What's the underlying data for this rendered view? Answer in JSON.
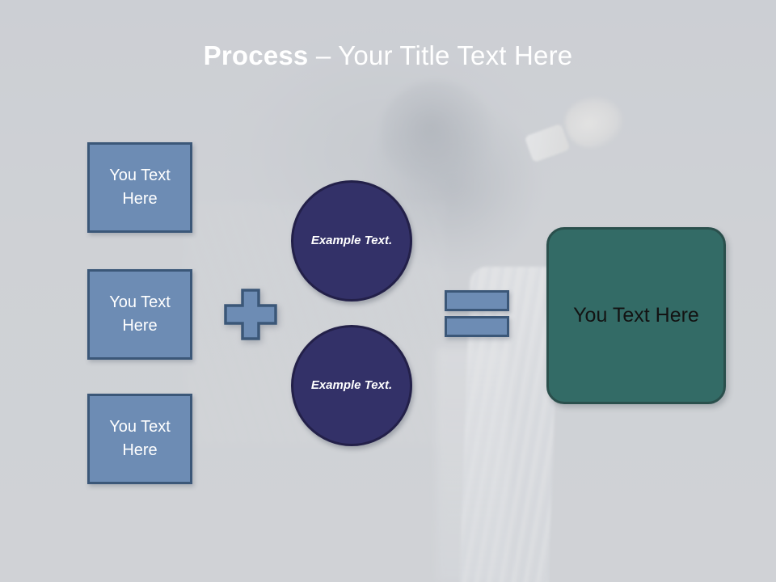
{
  "slide": {
    "title": {
      "strong": "Process",
      "rest": " – Your Title Text Here"
    },
    "header_gradient_top": "#3a5170",
    "header_gradient_bottom": "#7d93b4",
    "background_color": "#cfd2d6"
  },
  "diagram": {
    "type": "process-equation",
    "input_boxes": [
      {
        "label": "You Text Here"
      },
      {
        "label": "You Text Here"
      },
      {
        "label": "You Text Here"
      }
    ],
    "operators": [
      {
        "name": "plus",
        "glyph": "+"
      },
      {
        "name": "equals",
        "glyph": "="
      }
    ],
    "circles": [
      {
        "label": "Example Text."
      },
      {
        "label": "Example Text."
      }
    ],
    "result": {
      "label": "You Text Here"
    },
    "colors": {
      "input_fill": "#6d8cb4",
      "input_border": "#3b5778",
      "input_text": "#ffffff",
      "circle_fill": "#333168",
      "circle_border": "#232049",
      "circle_text": "#ffffff",
      "result_fill": "#336b66",
      "result_border": "#2a4f4c",
      "result_text": "#131313",
      "operator_fill": "#6d8cb4",
      "operator_border": "#3b5778"
    }
  }
}
